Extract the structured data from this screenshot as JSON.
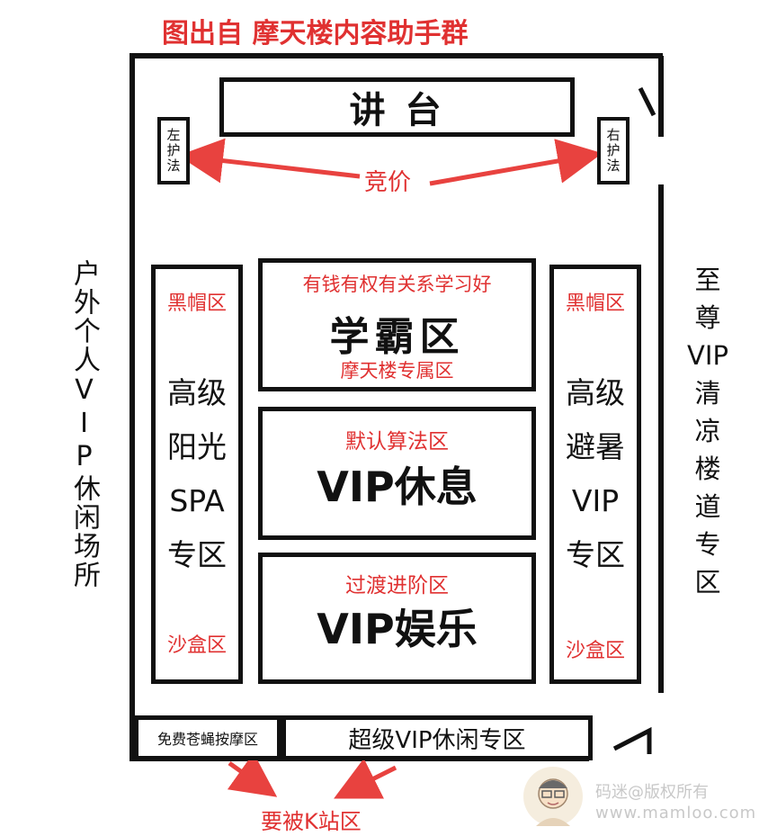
{
  "title": "图出自 摩天楼内容助手群",
  "podium": "讲 台",
  "left_guard": "左护法",
  "right_guard": "右护法",
  "bidding": "竞价",
  "left_outside": "户外个人VIP休闲场所",
  "right_outside": [
    "至",
    "尊",
    "VIP",
    "清",
    "凉",
    "楼",
    "道",
    "专",
    "区"
  ],
  "left_column": {
    "top_red": "黑帽区",
    "lines": [
      "高级",
      "阳光",
      "SPA",
      "专区"
    ],
    "bottom_red": "沙盒区"
  },
  "right_column": {
    "top_red": "黑帽区",
    "lines": [
      "高级",
      "避暑",
      "VIP",
      "专区"
    ],
    "bottom_red": "沙盒区"
  },
  "center_top": {
    "red_top": "有钱有权有关系学习好",
    "main": "学霸区",
    "red_bottom": "摩天楼专属区"
  },
  "center_mid": {
    "red": "默认算法区",
    "main": "VIP休息"
  },
  "center_bottom": {
    "red": "过渡进阶区",
    "main": "VIP娱乐"
  },
  "bottom_left": "免费苍蝇按摩区",
  "bottom_right": "超级VIP休闲专区",
  "kicked": "要被K站区",
  "watermark": {
    "line1": "码迷@版权所有",
    "line2": "www.mamloo.com"
  },
  "colors": {
    "accent_red": "#e03131",
    "line": "#111111"
  }
}
